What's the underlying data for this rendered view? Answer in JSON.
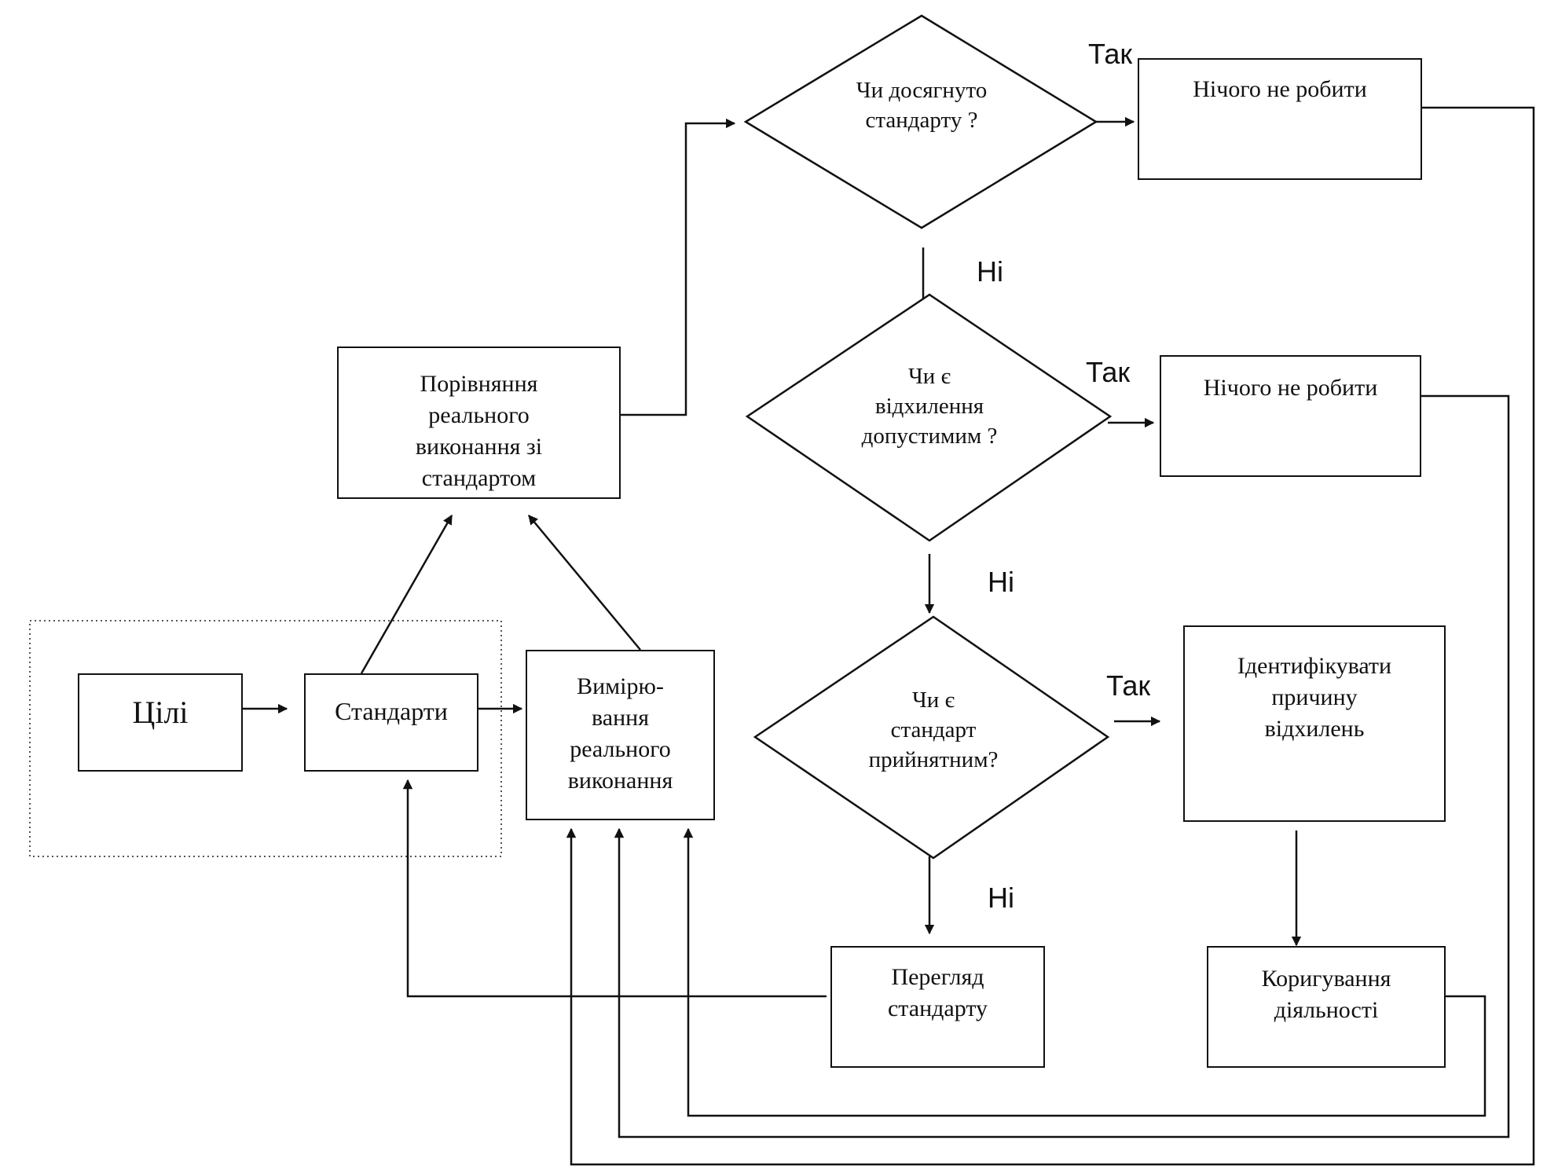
{
  "boxes": {
    "goals": "Цілі",
    "standards": "Стандарти",
    "measure": "Вимірю-\nвання\nреального\nвиконання",
    "compare": "Порівняння\nреального\nвиконання зі\nстандартом",
    "nothing1": "Нічого не робити",
    "nothing2": "Нічого не робити",
    "identify": "Ідентифікувати\nпричину\nвідхилень",
    "review": "Перегляд\nстандарту",
    "correct": "Коригування\nдіяльності"
  },
  "decisions": {
    "d1": "Чи досягнуто\nстандарту ?",
    "d2": "Чи є\nвідхилення\nдопустимим ?",
    "d3": "Чи є\nстандарт\nприйнятним?"
  },
  "labels": {
    "yes1": "Так",
    "yes2": "Так",
    "yes3": "Так",
    "no1": "Ні",
    "no2": "Ні",
    "no3": "Ні"
  }
}
